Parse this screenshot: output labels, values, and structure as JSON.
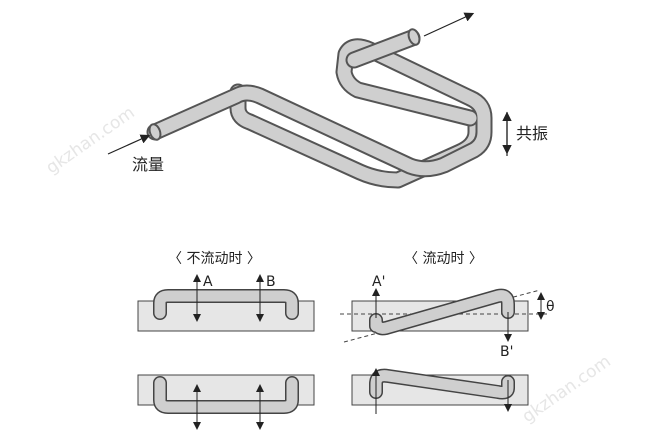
{
  "labels": {
    "flow": "流量",
    "resonance": "共振",
    "no_flow_title": "〈 不流动时 〉",
    "flow_title": "〈 流动时 〉",
    "point_a": "A",
    "point_b": "B",
    "point_a_prime": "A'",
    "point_b_prime": "B'",
    "theta": "θ"
  },
  "watermarks": [
    "gkzhan.com",
    "gkzhan.com"
  ],
  "colors": {
    "tube_fill": "#cfcfcf",
    "tube_outline": "#555555",
    "block_fill": "#e6e6e6",
    "line": "#222222"
  }
}
